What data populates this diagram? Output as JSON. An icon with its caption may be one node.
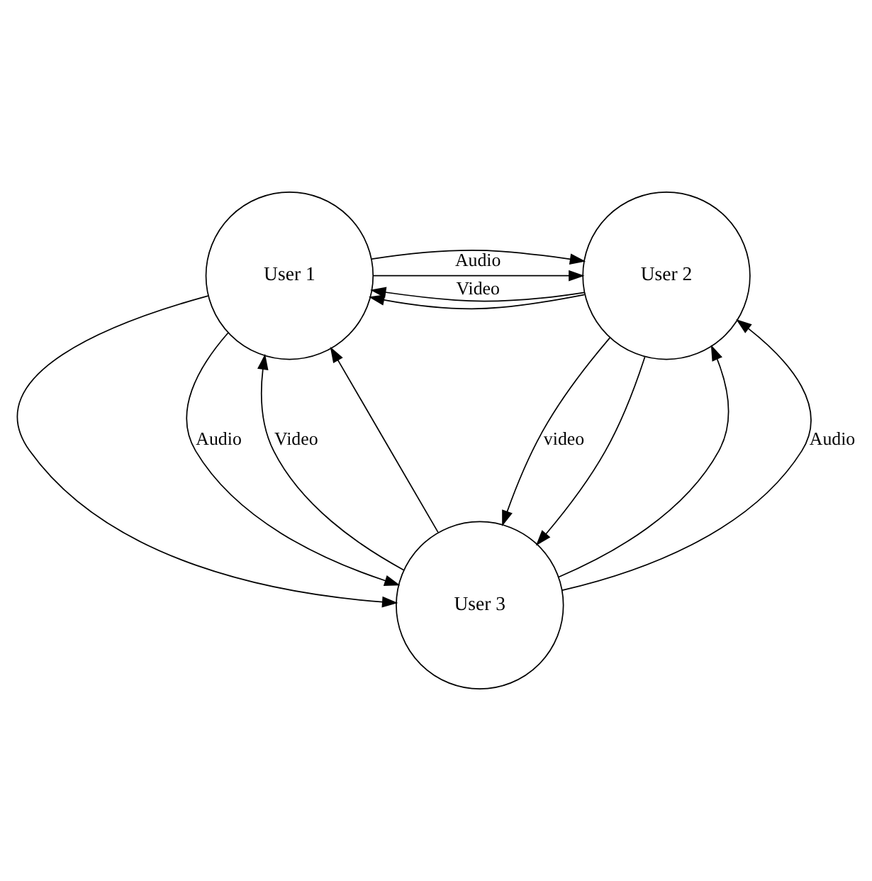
{
  "diagram": {
    "nodes": [
      {
        "text": [
          "User 1"
        ]
      },
      {
        "text": [
          "User 2"
        ]
      },
      {
        "text": [
          "User 3"
        ]
      }
    ],
    "edges": [
      {
        "from": 1,
        "to": 0,
        "arrow": "to",
        "label": "Video"
      },
      {
        "from": 0,
        "to": 1,
        "arrow": "to"
      },
      {
        "from": 1,
        "to": 0,
        "arrow": "to"
      },
      {
        "from": 0,
        "to": 1,
        "arrow": "to",
        "label": "Audio"
      },
      {
        "from": 1,
        "to": 2,
        "arrow": "to",
        "label": "video"
      },
      {
        "from": 2,
        "to": 1,
        "arrow": "to"
      },
      {
        "from": 1,
        "to": 2,
        "arrow": "to"
      },
      {
        "from": 2,
        "to": 1,
        "arrow": "to",
        "label": "Audio"
      },
      {
        "from": 2,
        "to": 0,
        "arrow": "to",
        "label": "Video"
      },
      {
        "from": 0,
        "to": 2,
        "arrow": "to"
      },
      {
        "from": 2,
        "to": 0,
        "arrow": "to"
      },
      {
        "from": 0,
        "to": 2,
        "arrow": "to",
        "label": "Audio"
      }
    ]
  }
}
